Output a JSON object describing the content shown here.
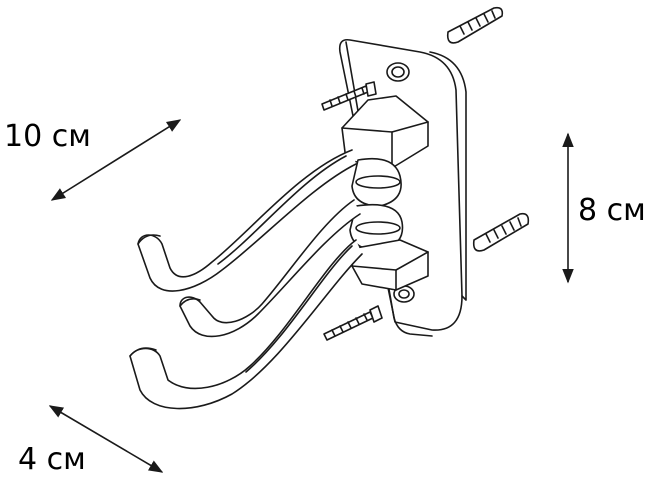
{
  "dimensions": {
    "depth": "10 см",
    "height": "8 см",
    "width": "4 см"
  },
  "colors": {
    "ink": "#1a1a1a",
    "background": "#ffffff"
  }
}
